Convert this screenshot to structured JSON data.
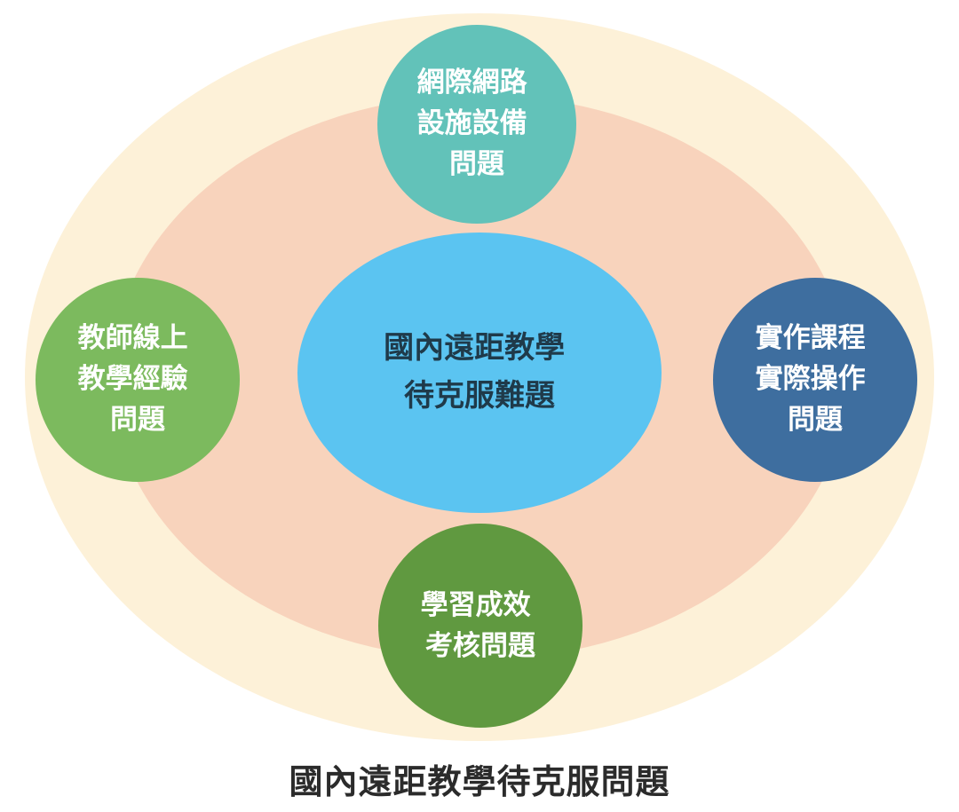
{
  "caption": "國內遠距教學待克服問題",
  "colors": {
    "outer_ring": "#fdf1d8",
    "inner_ring": "#f8d3bc",
    "center": "#5bc4f1",
    "internet": "#62c2b9",
    "teacher": "#7cba5e",
    "practical": "#3e6e9f",
    "assessment": "#609940"
  },
  "nodes": {
    "center": {
      "lines": [
        "國內遠距教學",
        "待克服難題"
      ]
    },
    "internet": {
      "lines": [
        "網際網路",
        "設施設備",
        "問題"
      ]
    },
    "teacher": {
      "lines": [
        "教師線上",
        "教學經驗",
        "問題"
      ]
    },
    "practical": {
      "lines": [
        "實作課程",
        "實際操作",
        "問題"
      ]
    },
    "assessment": {
      "lines": [
        "學習成效",
        "考核問題"
      ]
    }
  }
}
